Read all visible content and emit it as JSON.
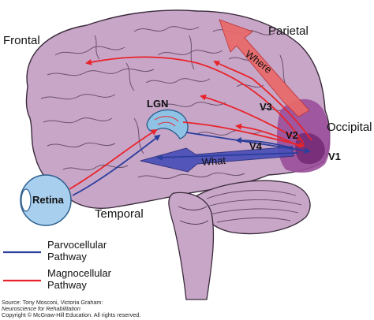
{
  "labels": {
    "frontal": "Frontal",
    "parietal": "Parietal",
    "occipital": "Occipital",
    "temporal": "Temporal",
    "lgn": "LGN",
    "retina": "Retina",
    "v1": "V1",
    "v2": "V2",
    "v3": "V3",
    "v4": "V4",
    "where": "Where",
    "what": "What"
  },
  "legend": {
    "parvo_line1": "Parvocellular",
    "parvo_line2": "Pathway",
    "magno_line1": "Magnocellular",
    "magno_line2": "Pathway"
  },
  "source": {
    "line1": "Source: Tony Mosconi, Victoria Graham:",
    "line2": "Neuroscience for Rehabilitation",
    "line3": "Copyright © McGraw-Hill Education. All rights reserved."
  },
  "colors": {
    "brain_fill": "#c8a6c8",
    "brain_outline": "#3a2a3a",
    "parvocellular": "#2b3f9c",
    "magnocellular": "#e8242b",
    "where_arrow": "#e96a6a",
    "what_arrow": "#4a4fb8",
    "lgn_fill": "#8fc3e6",
    "retina_fill": "#a9cfee",
    "occipital_fill": "#9a4f9a"
  }
}
